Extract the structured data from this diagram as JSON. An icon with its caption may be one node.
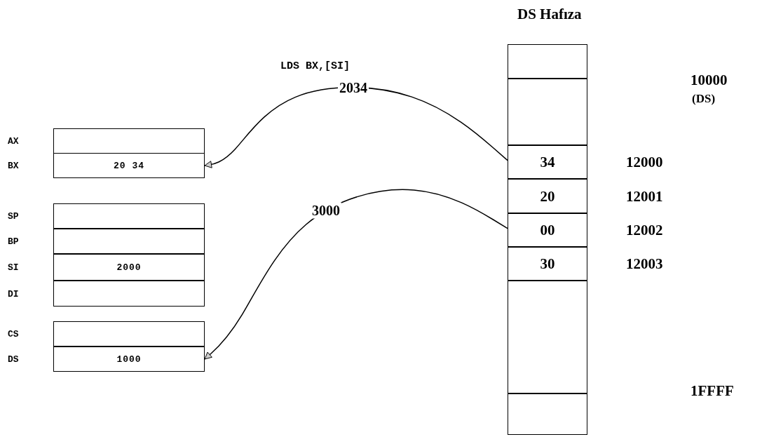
{
  "diagram": {
    "title": "DS Hafıza",
    "nodes": [
      {
        "text": [
          "AX"
        ]
      },
      {
        "text": [
          "BX",
          "20 34"
        ]
      },
      {
        "text": [
          "SP"
        ]
      },
      {
        "text": [
          "BP"
        ]
      },
      {
        "text": [
          "SI",
          "2000"
        ]
      },
      {
        "text": [
          "DI"
        ]
      },
      {
        "text": [
          "CS"
        ]
      },
      {
        "text": [
          "DS",
          "1000"
        ]
      },
      {
        "text": [],
        "shape": "box"
      },
      {
        "text": [],
        "shape": "box"
      },
      {
        "text": [
          "34"
        ],
        "beside": [
          "12000"
        ]
      },
      {
        "text": [
          "20"
        ],
        "beside": [
          "12001"
        ]
      },
      {
        "text": [
          "00"
        ],
        "beside": [
          "12002"
        ]
      },
      {
        "text": [
          "30"
        ],
        "beside": [
          "12003"
        ]
      },
      {
        "text": [],
        "shape": "box"
      },
      {
        "text": [],
        "shape": "box"
      }
    ],
    "edges": [
      {
        "from": 10,
        "to": 1,
        "arrow": "to",
        "label": "2034"
      },
      {
        "from": 12,
        "to": 7,
        "arrow": "to",
        "label": "3000"
      }
    ],
    "labels": [
      "LDS BX,[SI]",
      "10000",
      "(DS)",
      "1FFFF"
    ]
  }
}
